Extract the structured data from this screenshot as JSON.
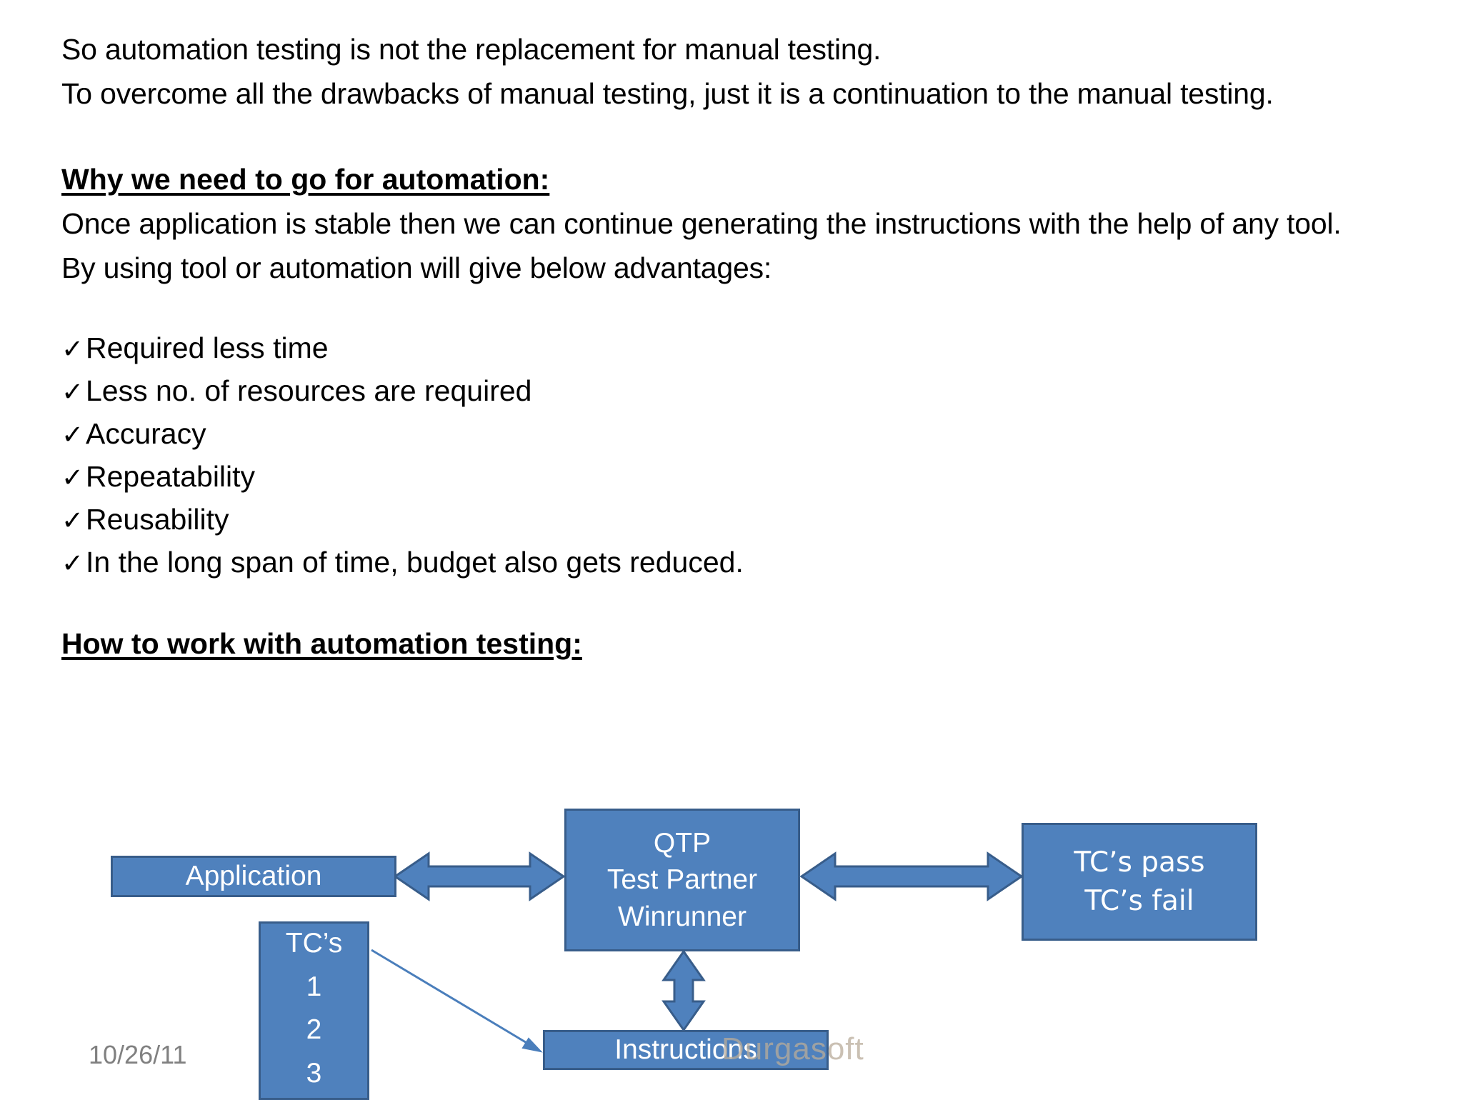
{
  "slide": {
    "intro_paragraphs": [
      "So automation testing is not the replacement for manual testing.",
      "To overcome all the drawbacks of manual testing, just it is a continuation to the manual testing."
    ],
    "heading_1": "Why we need to go for automation:",
    "body_paragraphs": [
      "Once application is stable then we can continue generating the instructions with the help of any tool.",
      "By using tool or automation will give below advantages:"
    ],
    "bullet_marker": "✓",
    "bullets": [
      "Required less time",
      "Less no. of resources are required",
      "Accuracy",
      "Repeatability",
      "Reusability",
      "In the long span of time, budget also gets reduced."
    ],
    "heading_2": "How to work with automation testing:",
    "date_stamp": "10/26/11",
    "watermark": "Durgasoft"
  },
  "diagram": {
    "colors": {
      "box_fill": "#4F81BD",
      "box_border": "#385D8A",
      "arrow_fill": "#4F81BD",
      "arrow_border": "#385D8A",
      "thin_arrow": "#4A7EBB",
      "box_text": "#FFFFFF"
    },
    "boxes": {
      "application": {
        "label": "Application"
      },
      "tool": {
        "lines": [
          "QTP",
          "Test Partner",
          "Winrunner"
        ]
      },
      "results": {
        "lines": [
          "TC’s pass",
          "TC’s fail"
        ]
      },
      "testcases": {
        "lines": [
          "TC’s",
          "1",
          "2",
          "3"
        ]
      },
      "instructions": {
        "label": "Instructions"
      }
    },
    "connectors": [
      {
        "name": "application-to-tool",
        "type": "double-headed-horizontal"
      },
      {
        "name": "tool-to-results",
        "type": "double-headed-horizontal"
      },
      {
        "name": "tool-to-instructions",
        "type": "double-headed-vertical"
      },
      {
        "name": "testcases-to-instructions",
        "type": "thin-diagonal-arrow"
      }
    ]
  }
}
